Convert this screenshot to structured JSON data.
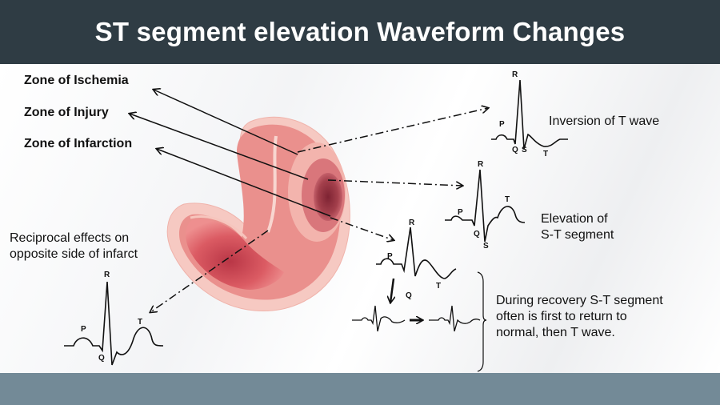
{
  "title": "ST segment elevation Waveform Changes",
  "zones": {
    "ischemia": "Zone of Ischemia",
    "injury": "Zone of Injury",
    "infarction": "Zone of Infarction"
  },
  "notes": {
    "inversion": "Inversion of T wave",
    "elevation_line1": "Elevation of",
    "elevation_line2": "S-T segment",
    "reciprocal_line1": "Reciprocal effects on",
    "reciprocal_line2": "opposite side of infarct",
    "recovery_line1": "During recovery S-T segment",
    "recovery_line2": "often is first to return to",
    "recovery_line3": "normal, then T wave."
  },
  "wave_labels": {
    "P": "P",
    "Q": "Q",
    "R": "R",
    "S": "S",
    "T": "T"
  },
  "colors": {
    "header": "#2f3c44",
    "footer": "#738a97",
    "heart_outer": "#f4c6c0",
    "heart_muscle": "#e98d8b",
    "chamber": "#d9555e",
    "infarct": "#8e2f3c"
  }
}
